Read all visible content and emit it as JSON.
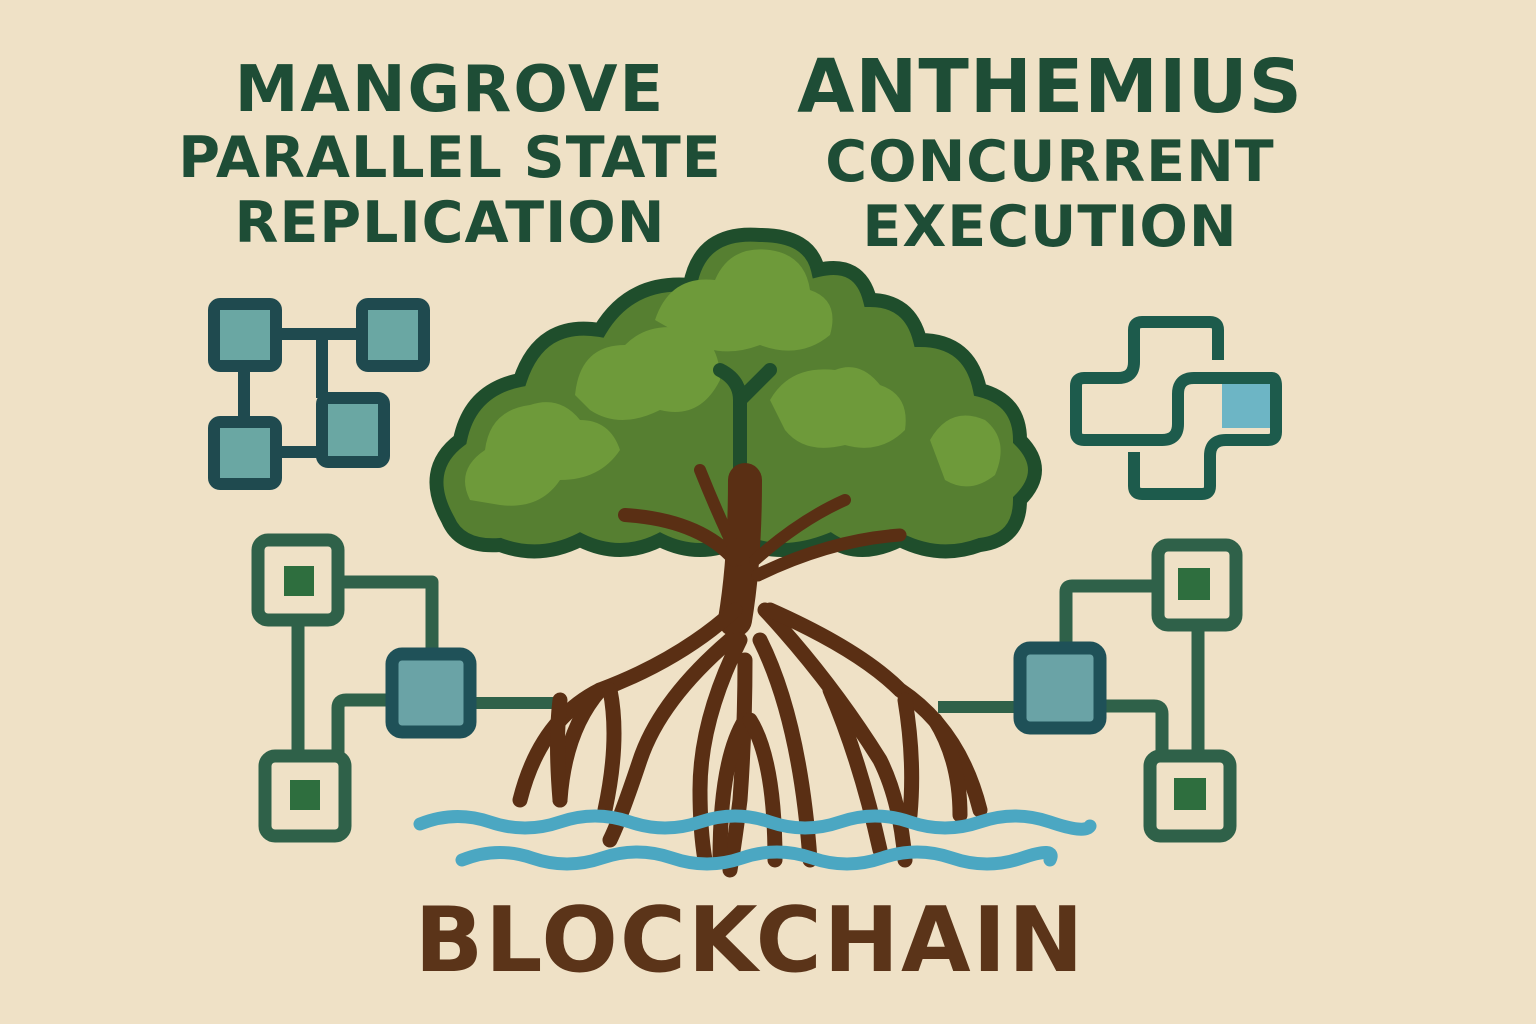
{
  "left_title": {
    "line1": "MANGROVE",
    "line2": "PARALLEL STATE",
    "line3": "REPLICATION"
  },
  "right_title": {
    "line1": "ANTHEMIUS",
    "line2": "CONCURRENT",
    "line3": "EXECUTION"
  },
  "bottom_label": "BLOCKCHAIN",
  "icons": {
    "top_left": "block-network-icon",
    "top_right": "interlocking-cross-icon",
    "mid_left": "circuit-blocks-icon",
    "mid_right": "circuit-blocks-icon",
    "center": "mangrove-tree-icon",
    "water": "water-waves-icon"
  },
  "colors": {
    "background": "#efe1c6",
    "title_green": "#1e4d36",
    "bottom_brown": "#5b3419",
    "leaf_light": "#6e9a3a",
    "leaf_dark": "#4f7e2e",
    "leaf_outline": "#1f4e2c",
    "trunk": "#5a2f14",
    "water": "#4fa9c4",
    "block_teal_fill": "#6aa8a8",
    "block_teal_border": "#1f4e55",
    "circuit_green": "#2f6149",
    "circuit_inner": "#2e6e3e"
  }
}
